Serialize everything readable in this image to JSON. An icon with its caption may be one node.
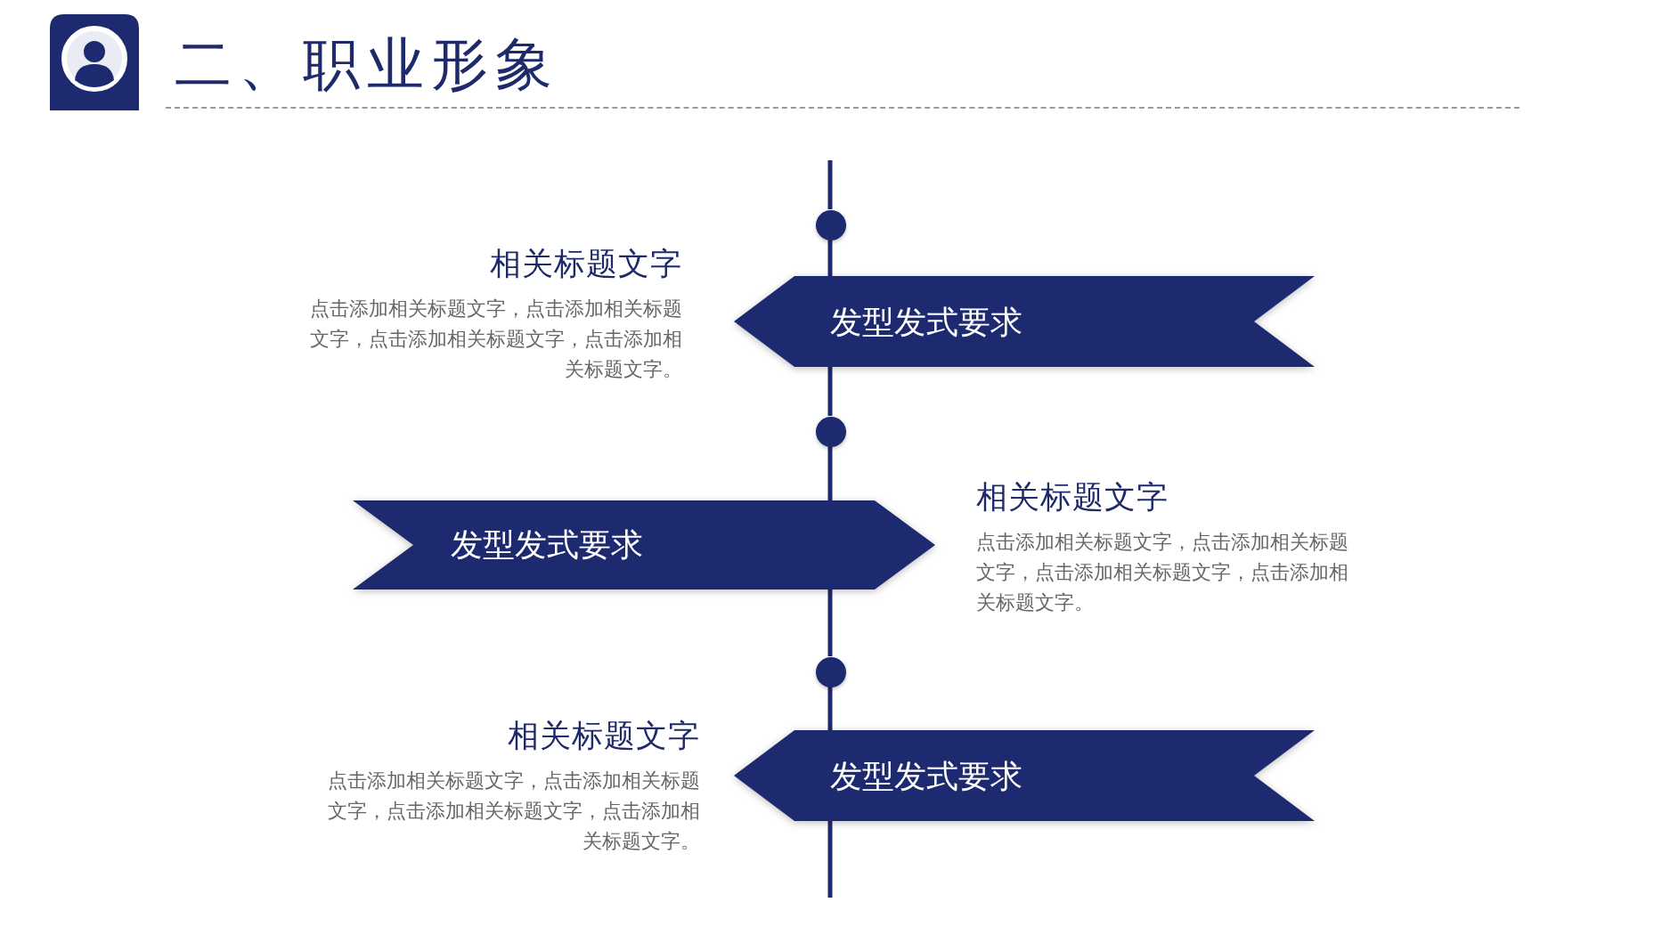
{
  "diagram": {
    "title": "二、职业形象",
    "nodes": [
      {
        "text": [],
        "shape": "circle"
      },
      {
        "text": [
          "发型发式要求"
        ],
        "beside": [
          "相关标题文字",
          "点击添加相关标题文字，点击添加相关标题文字，点击添加相关标题文字，点击添加相关标题文字。"
        ]
      },
      {
        "text": [],
        "shape": "circle"
      },
      {
        "text": [
          "发型发式要求"
        ],
        "beside": [
          "相关标题文字",
          "点击添加相关标题文字，点击添加相关标题文字，点击添加相关标题文字，点击添加相关标题文字。"
        ]
      },
      {
        "text": [],
        "shape": "circle"
      },
      {
        "text": [
          "发型发式要求"
        ],
        "beside": [
          "相关标题文字",
          "点击添加相关标题文字，点击添加相关标题文字，点击添加相关标题文字，点击添加相关标题文字。"
        ]
      }
    ],
    "edges": [
      {
        "from": null,
        "to": 0,
        "arrow": "none"
      },
      {
        "from": 0,
        "to": 1,
        "arrow": "none"
      },
      {
        "from": 1,
        "to": 2,
        "arrow": "none"
      },
      {
        "from": 2,
        "to": 3,
        "arrow": "none"
      },
      {
        "from": 3,
        "to": 4,
        "arrow": "none"
      },
      {
        "from": 4,
        "to": 5,
        "arrow": "none"
      },
      {
        "from": 5,
        "to": null,
        "arrow": "none"
      }
    ]
  }
}
